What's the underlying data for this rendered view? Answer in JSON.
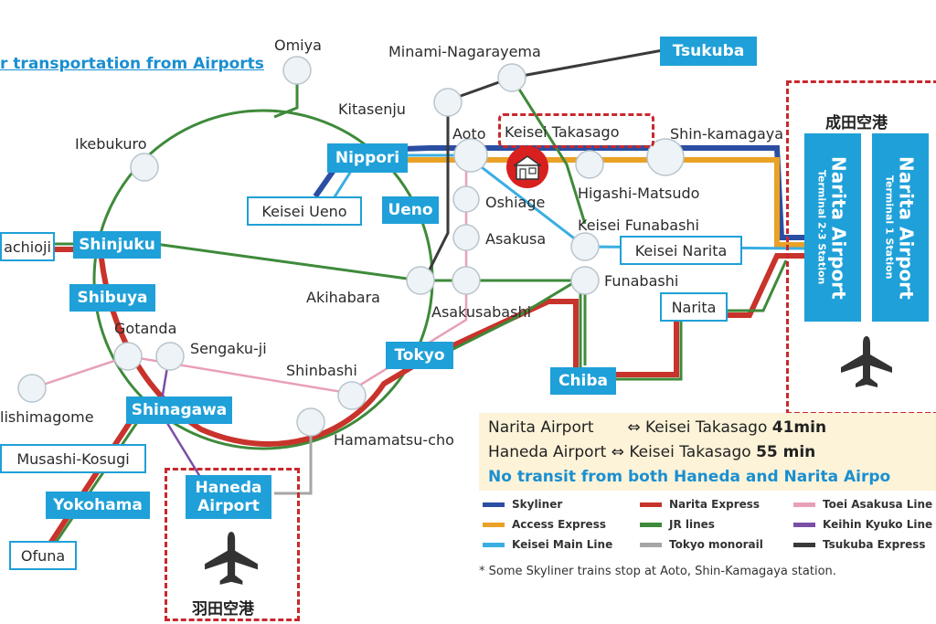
{
  "header": {
    "link_text": "r transportation from Airports"
  },
  "colors": {
    "skyliner": "#2b4ea2",
    "access_express": "#e9a126",
    "keisei_main": "#3aaee2",
    "narita_express": "#c8332b",
    "jr": "#3e8a3a",
    "tokyo_monorail": "#a6a6a6",
    "toei_asakusa": "#e8a0b8",
    "keihin_kyuko": "#7b4fa6",
    "tsukuba_express": "#3a3a3a",
    "station_box": "#1fa0d8",
    "highlight": "#c8282d"
  },
  "stations": {
    "omiya": "Omiya",
    "minami_nagareyama": "Minami-Nagarayema",
    "tsukuba": "Tsukuba",
    "kitasenju": "Kitasenju",
    "aoto": "Aoto",
    "keisei_takasago": "Keisei Takasago",
    "shin_kamagaya": "Shin-kamagaya",
    "ikebukuro": "Ikebukuro",
    "nippori": "Nippori",
    "higashi_matsudo": "Higashi-Matsudo",
    "oshiage": "Oshiage",
    "keisei_ueno": "Keisei Ueno",
    "ueno": "Ueno",
    "keisei_funabashi": "Keisei Funabashi",
    "hachioji": "achioji",
    "shinjuku": "Shinjuku",
    "asakusa": "Asakusa",
    "keisei_narita": "Keisei Narita",
    "akihabara": "Akihabara",
    "funabashi": "Funabashi",
    "shibuya": "Shibuya",
    "narita": "Narita",
    "asakusabashi": "Asakusabashi",
    "gotanda": "Gotanda",
    "sengakuji": "Sengaku-ji",
    "tokyo": "Tokyo",
    "shinbashi": "Shinbashi",
    "chiba": "Chiba",
    "nishimagome": "lishimagome",
    "shinagawa": "Shinagawa",
    "hamamatsucho": "Hamamatsu-cho",
    "musashi_kosugi": "Musashi-Kosugi",
    "haneda_airport": "Haneda Airport",
    "yokohama": "Yokohama",
    "ofuna": "Ofuna"
  },
  "airports": {
    "narita_kanji": "成田空港",
    "haneda_kanji": "羽田空港",
    "narita_t23": "Narita Airport",
    "narita_t23_sub": "Terminal 2·3 Station",
    "narita_t1": "Narita Airport",
    "narita_t1_sub": "Terminal 1 Station"
  },
  "info": {
    "line1_left": "Narita Airport",
    "line1_arrow": "⇔",
    "line1_mid": "Keisei Takasago",
    "line1_time": "41min",
    "line2_left": "Haneda Airport",
    "line2_arrow": "⇔",
    "line2_mid": "Keisei Takasago",
    "line2_time": "55 min",
    "line3": "No transit from both Haneda and Narita Airpo"
  },
  "legend": [
    {
      "label": "Skyliner",
      "color": "#2b4ea2"
    },
    {
      "label": "Access Express",
      "color": "#e9a126"
    },
    {
      "label": "Keisei Main Line",
      "color": "#3aaee2"
    },
    {
      "label": "Narita Express",
      "color": "#c8332b"
    },
    {
      "label": "JR lines",
      "color": "#3e8a3a"
    },
    {
      "label": "Tokyo monorail",
      "color": "#a6a6a6"
    },
    {
      "label": "Toei Asakusa Line",
      "color": "#e8a0b8"
    },
    {
      "label": "Keihin Kyuko Line",
      "color": "#7b4fa6"
    },
    {
      "label": "Tsukuba Express",
      "color": "#3a3a3a"
    }
  ],
  "footnote": "* Some Skyliner trains stop at Aoto, Shin-Kamagaya station.",
  "icons": {
    "home": "home-icon",
    "airplane": "airplane-icon"
  }
}
